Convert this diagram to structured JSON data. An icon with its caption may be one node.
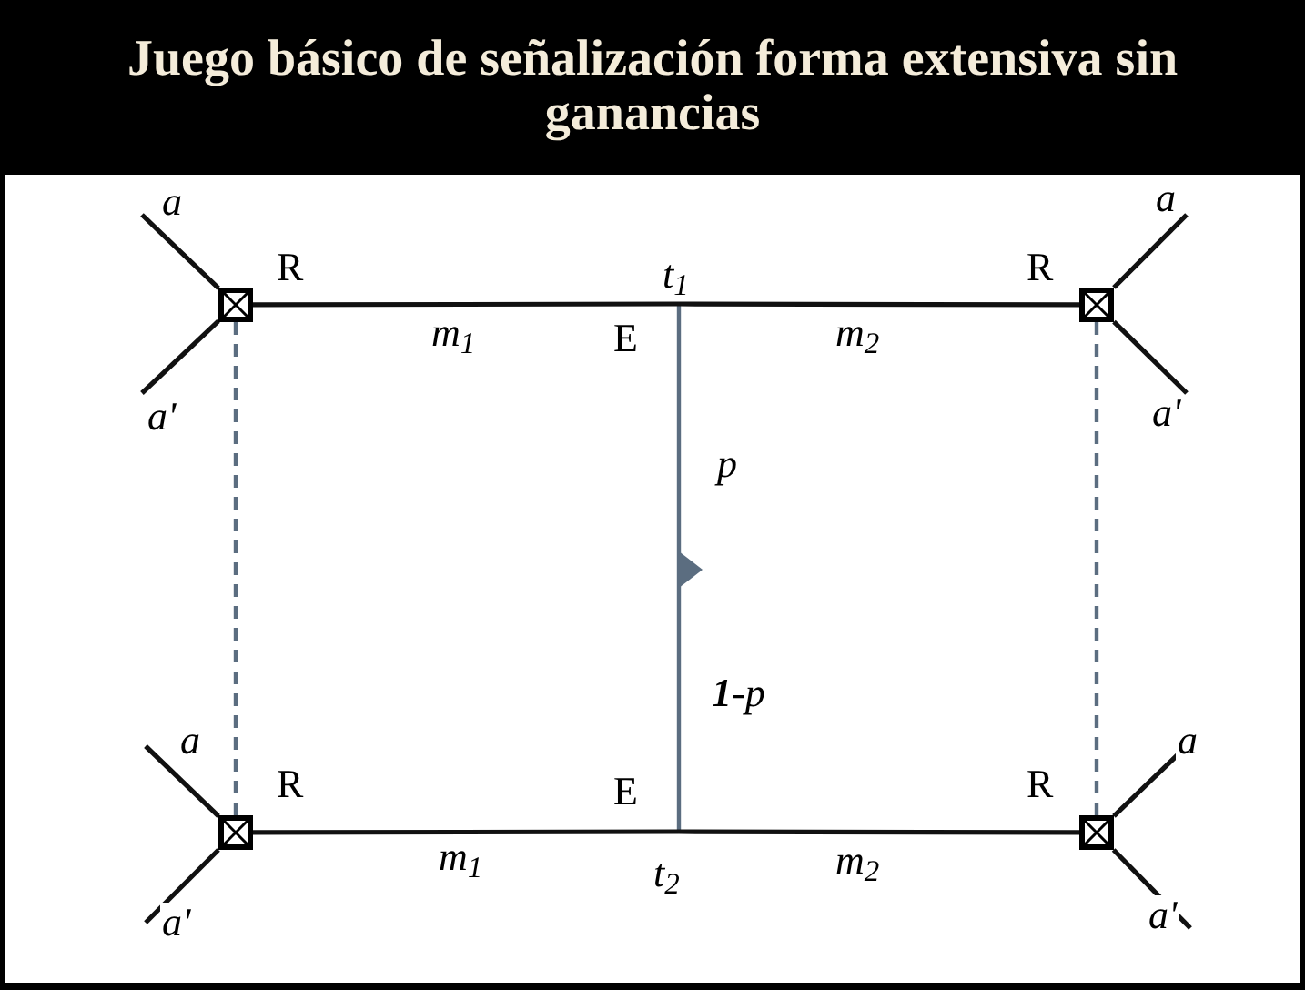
{
  "diagram": {
    "title": "Juego básico de señalización forma extensiva sin ganancias",
    "nodes": [
      {
        "text": [],
        "shape": "triangle"
      },
      {
        "text": [
          "t$_{1}$"
        ],
        "beside": [
          "E"
        ]
      },
      {
        "text": [
          "t$_{2}$"
        ],
        "beside": [
          "E"
        ]
      },
      {
        "text": [],
        "shape": "box",
        "beside": [
          "R"
        ]
      },
      {
        "text": [],
        "shape": "box",
        "beside": [
          "R"
        ]
      },
      {
        "text": [],
        "shape": "box",
        "beside": [
          "R"
        ]
      },
      {
        "text": [],
        "shape": "box",
        "beside": [
          "R"
        ]
      }
    ],
    "edges": [
      {
        "from": 0,
        "to": 1,
        "arrow": "none",
        "label": "p",
        "color": "#5b6d80"
      },
      {
        "from": 0,
        "to": 2,
        "arrow": "none",
        "label": "**1**-p",
        "color": "#5b6d80"
      },
      {
        "from": 1,
        "to": 3,
        "arrow": "none",
        "label": "m$_{1}$"
      },
      {
        "from": 1,
        "to": 4,
        "arrow": "none",
        "label": "m$_{2}$"
      },
      {
        "from": 2,
        "to": 5,
        "arrow": "none",
        "label": "m$_{1}$"
      },
      {
        "from": 2,
        "to": 6,
        "arrow": "none",
        "label": "m$_{2}$"
      },
      {
        "from": 3,
        "to": 5,
        "arrow": "none",
        "style": "dashed",
        "color": "#5b6d80"
      },
      {
        "from": 4,
        "to": 6,
        "arrow": "none",
        "style": "dashed",
        "color": "#5b6d80"
      },
      {
        "from": 3,
        "to": null,
        "arrow": "none",
        "label": "a"
      },
      {
        "from": 3,
        "to": null,
        "arrow": "none",
        "label": "a'"
      },
      {
        "from": 4,
        "to": null,
        "arrow": "none",
        "label": "a"
      },
      {
        "from": 4,
        "to": null,
        "arrow": "none",
        "label": "a'"
      },
      {
        "from": 5,
        "to": null,
        "arrow": "none",
        "label": "a"
      },
      {
        "from": 5,
        "to": null,
        "arrow": "none",
        "label": "a'"
      },
      {
        "from": 6,
        "to": null,
        "arrow": "none",
        "label": "a"
      },
      {
        "from": 6,
        "to": null,
        "arrow": "none",
        "label": "a'"
      }
    ]
  }
}
